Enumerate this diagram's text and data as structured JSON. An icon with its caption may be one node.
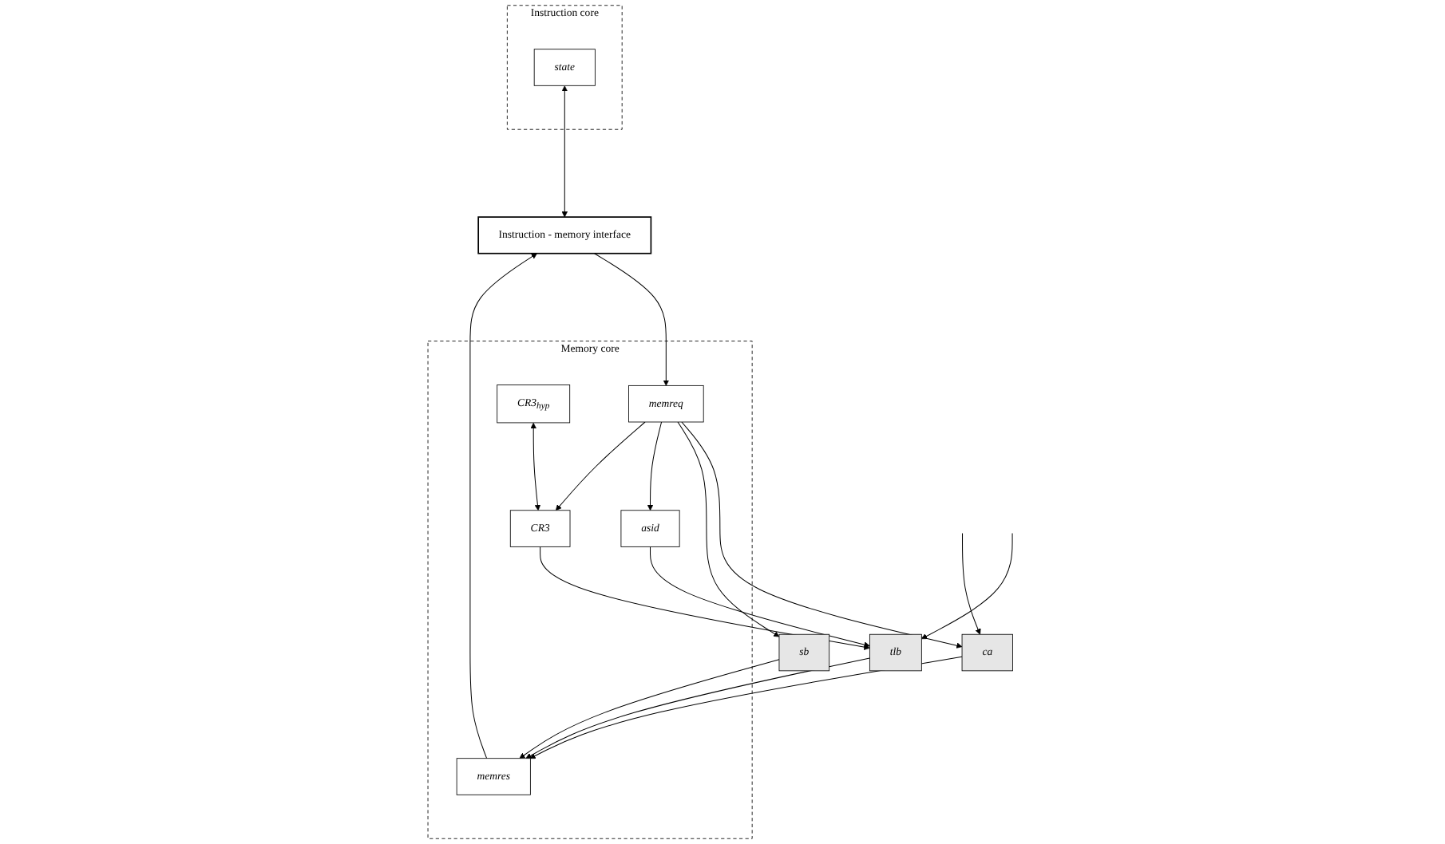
{
  "diagram": {
    "nodes": [
      {
        "text": [
          "Instruction core"
        ]
      },
      {
        "text": [
          "state"
        ],
        "in": 0
      },
      {
        "text": [
          "Instruction - memory interface"
        ]
      },
      {
        "text": [
          "Memory core"
        ]
      },
      {
        "text": [
          "memres"
        ],
        "in": 3
      },
      {
        "text": [
          "memreq"
        ],
        "in": 3
      },
      {
        "text": [
          "CR3$_{hyp}$"
        ],
        "in": 3
      },
      {
        "text": [
          "asid"
        ],
        "in": 3
      },
      {
        "text": [
          "CR3"
        ],
        "in": 3
      },
      {
        "text": [
          "ca"
        ]
      },
      {
        "text": [
          "sb"
        ]
      },
      {
        "text": [
          "tlb"
        ]
      }
    ],
    "edges": [
      {
        "from": 1,
        "to": 2,
        "arrow": "both"
      },
      {
        "from": 4,
        "to": 2,
        "arrow": "to"
      },
      {
        "from": 2,
        "to": 5,
        "arrow": "to"
      },
      {
        "from": 10,
        "to": 4,
        "arrow": "to"
      },
      {
        "from": 9,
        "to": 4,
        "arrow": "to"
      },
      {
        "from": 11,
        "to": 4,
        "arrow": "to"
      },
      {
        "from": 5,
        "to": 9,
        "arrow": "to"
      },
      {
        "from": 5,
        "to": 10,
        "arrow": "to"
      },
      {
        "from": 5,
        "to": 7,
        "arrow": "to"
      },
      {
        "from": 5,
        "to": 8,
        "arrow": "to"
      },
      {
        "from": 6,
        "to": 8,
        "arrow": "both"
      },
      {
        "from": 8,
        "to": 11,
        "arrow": "to"
      },
      {
        "from": 7,
        "to": 11,
        "arrow": "to"
      },
      {
        "from": null,
        "to": 9,
        "arrow": "to"
      },
      {
        "from": null,
        "to": 11,
        "arrow": "to"
      }
    ]
  }
}
